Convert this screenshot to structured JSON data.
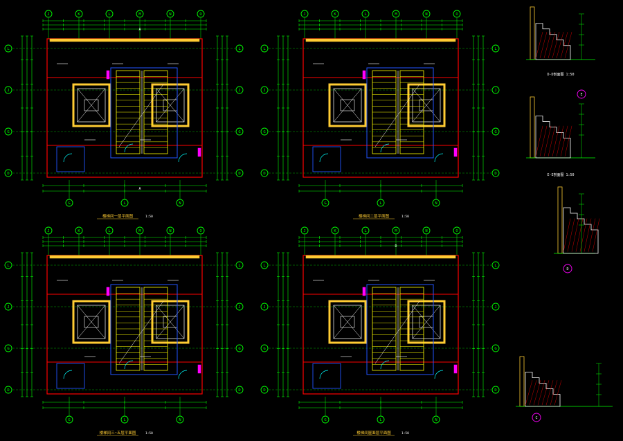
{
  "drawing": {
    "background": "#000000",
    "colors": {
      "axis": "#00ff00",
      "wall": "#ff0000",
      "wall_fill": "#ffcc33",
      "structure": "#2255ff",
      "stair": "#ffff00",
      "note": "#ffffff",
      "accent": "#ff00ff",
      "cyan": "#00ffff"
    },
    "plans": [
      {
        "key": "p1",
        "col_tags": [
          "J",
          "K",
          "L",
          "M",
          "N",
          "O"
        ],
        "row_tags": [
          "L",
          "J",
          "G",
          "D"
        ],
        "bottom_tags": [
          "G",
          "L",
          "N"
        ],
        "section_tags": [
          "A",
          "A"
        ],
        "caption": "楼梯间一层平面图",
        "scale": "1:50"
      },
      {
        "key": "p2",
        "col_tags": [
          "J",
          "K",
          "L",
          "M",
          "N",
          "O"
        ],
        "row_tags": [
          "L",
          "J",
          "G",
          "D"
        ],
        "bottom_tags": [
          "G",
          "L",
          "N"
        ],
        "section_tags": [],
        "caption": "楼梯间二层平面图",
        "scale": "1:50"
      },
      {
        "key": "p3",
        "col_tags": [
          "J",
          "K",
          "L",
          "M",
          "N",
          "O"
        ],
        "row_tags": [
          "L",
          "J",
          "G",
          "D"
        ],
        "bottom_tags": [
          "G",
          "L",
          "N"
        ],
        "section_tags": [],
        "caption": "楼梯间三~五层平面图",
        "scale": "1:50"
      },
      {
        "key": "p4",
        "col_tags": [
          "J",
          "K",
          "L",
          "M",
          "N",
          "O"
        ],
        "row_tags": [
          "L",
          "J",
          "G",
          "D"
        ],
        "bottom_tags": [
          "G",
          "L",
          "N"
        ],
        "section_tags": [
          "D"
        ],
        "caption": "楼梯间屋面层平面图",
        "scale": "1:50"
      }
    ],
    "details": [
      {
        "key": "d1",
        "caption": "D-D剖面图",
        "scale": "1:50",
        "tag": ""
      },
      {
        "key": "d2",
        "caption": "E-E剖面图",
        "scale": "1:50",
        "tag": "E"
      },
      {
        "key": "d3",
        "caption": "",
        "scale": "",
        "tag": "D"
      },
      {
        "key": "d4",
        "caption": "",
        "scale": "",
        "tag": "C"
      }
    ]
  }
}
